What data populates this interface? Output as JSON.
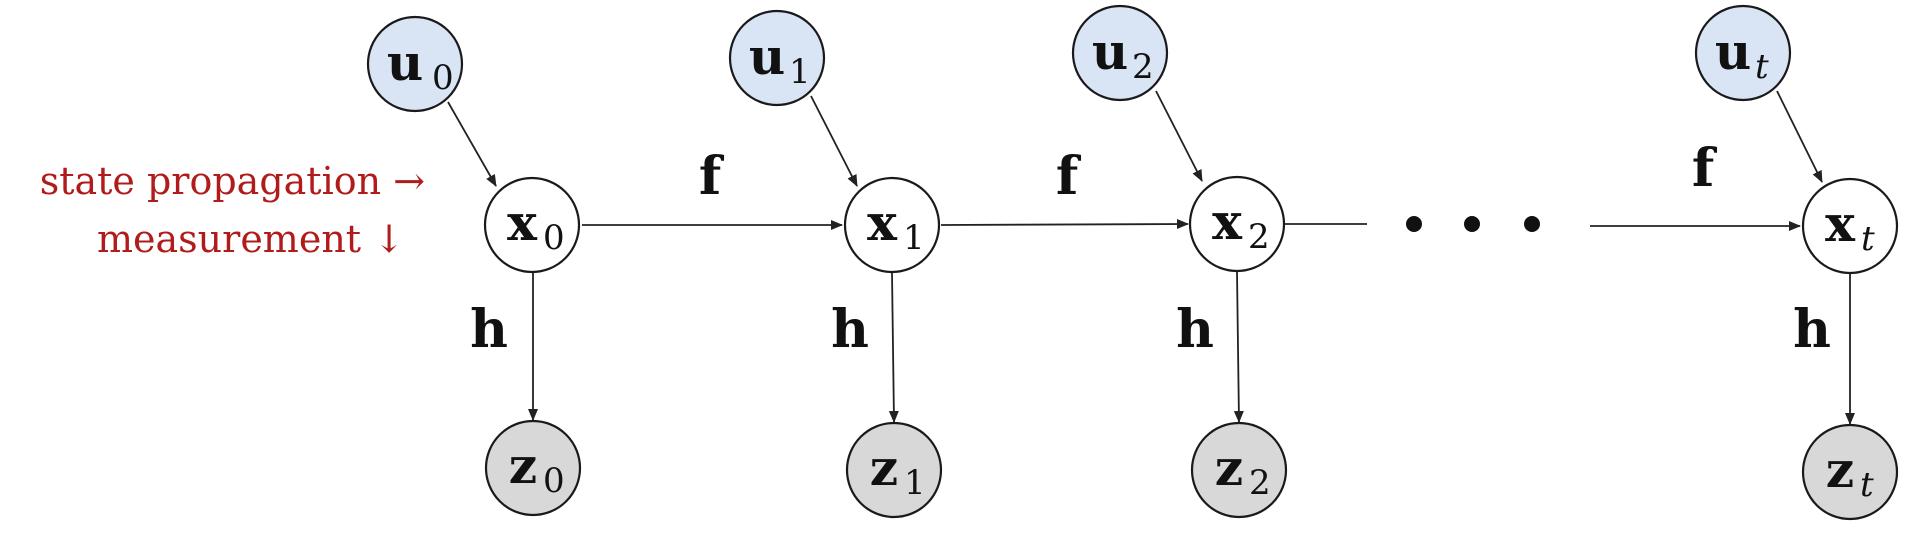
{
  "legend": {
    "propagation": "state propagation →",
    "measurement": "measurement ↓"
  },
  "colors": {
    "control_fill": "#d9e4f5",
    "state_fill": "#ffffff",
    "measurement_fill": "#d8d8d8",
    "legend_text": "#b01c1c",
    "stroke": "#1a1a1a"
  },
  "edge_labels": {
    "transition": "f",
    "observation": "h"
  },
  "ellipsis": "• • •",
  "columns": [
    {
      "control": {
        "symbol": "u",
        "subscript": "0"
      },
      "state": {
        "symbol": "x",
        "subscript": "0"
      },
      "measurement": {
        "symbol": "z",
        "subscript": "0"
      }
    },
    {
      "control": {
        "symbol": "u",
        "subscript": "1"
      },
      "state": {
        "symbol": "x",
        "subscript": "1"
      },
      "measurement": {
        "symbol": "z",
        "subscript": "1"
      }
    },
    {
      "control": {
        "symbol": "u",
        "subscript": "2"
      },
      "state": {
        "symbol": "x",
        "subscript": "2"
      },
      "measurement": {
        "symbol": "z",
        "subscript": "2"
      }
    },
    {
      "control": {
        "symbol": "u",
        "subscript": "t"
      },
      "state": {
        "symbol": "x",
        "subscript": "t"
      },
      "measurement": {
        "symbol": "z",
        "subscript": "t"
      }
    }
  ]
}
